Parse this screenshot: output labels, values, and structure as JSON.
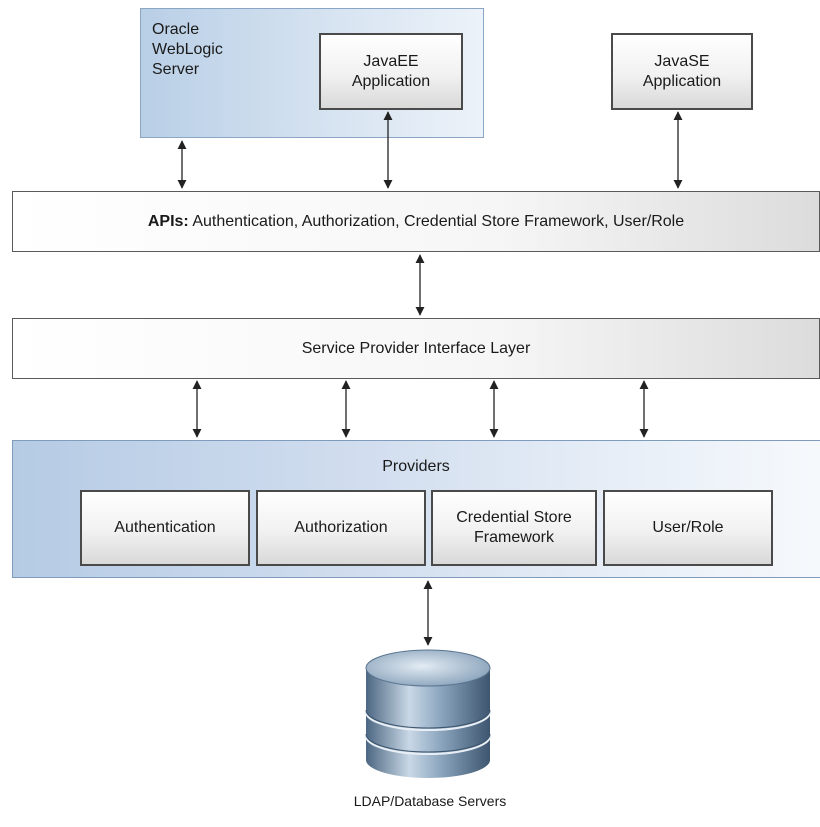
{
  "weblogic": {
    "label_lines": [
      "Oracle",
      "WebLogic",
      "Server"
    ]
  },
  "javaee": {
    "label_lines": [
      "JavaEE",
      "Application"
    ]
  },
  "javase": {
    "label_lines": [
      "JavaSE",
      "Application"
    ]
  },
  "api_layer": {
    "bold": "APIs:",
    "text": " Authentication, Authorization, Credential Store Framework, User/Role"
  },
  "spi_layer": {
    "text": "Service Provider Interface Layer"
  },
  "providers": {
    "title": "Providers",
    "items": [
      {
        "label_lines": [
          "Authentication"
        ]
      },
      {
        "label_lines": [
          "Authorization"
        ]
      },
      {
        "label_lines": [
          "Credential Store",
          "Framework"
        ]
      },
      {
        "label_lines": [
          "User/Role"
        ]
      }
    ]
  },
  "database": {
    "label": "LDAP/Database Servers"
  }
}
